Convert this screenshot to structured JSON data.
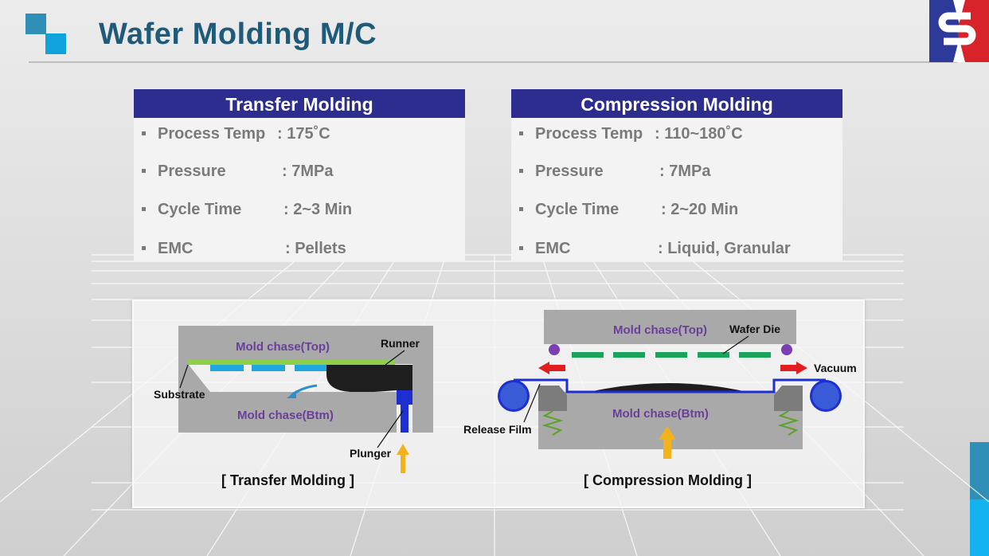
{
  "title": "Wafer Molding M/C",
  "cards": [
    {
      "heading": "Transfer  Molding",
      "rows": [
        {
          "label": "Process Temp",
          "value": ": 175˚C"
        },
        {
          "label": "Pressure",
          "value": ": 7MPa"
        },
        {
          "label": "Cycle Time",
          "value": ": 2~3 Min"
        },
        {
          "label": "EMC",
          "value": ": Pellets"
        }
      ]
    },
    {
      "heading": "Compression Molding",
      "rows": [
        {
          "label": "Process Temp",
          "value": ": 110~180˚C"
        },
        {
          "label": "Pressure",
          "value": ": 7MPa"
        },
        {
          "label": "Cycle Time",
          "value": ": 2~20 Min"
        },
        {
          "label": "EMC",
          "value": ": Liquid, Granular"
        }
      ]
    }
  ],
  "transfer_diagram": {
    "mold_top": "Mold chase(Top)",
    "mold_btm": "Mold chase(Btm)",
    "runner": "Runner",
    "substrate": "Substrate",
    "plunger": "Plunger",
    "caption": "[ Transfer Molding ]"
  },
  "compression_diagram": {
    "mold_top": "Mold chase(Top)",
    "mold_btm": "Mold chase(Btm)",
    "wafer_die": "Wafer Die",
    "vacuum": "Vacuum",
    "release_film": "Release Film",
    "caption": "[ Compression Molding ]"
  },
  "colors": {
    "title": "#1f5b78",
    "header_bar": "#2d2d8f",
    "mold_gray": "#a9a9a9",
    "label_purple": "#6a3f99",
    "die_blue": "#1ea7e1",
    "die_green": "#1aa35a",
    "film_blue": "#1d2fd0",
    "arrow_red": "#e21d1d",
    "arrow_yellow": "#f2b21b"
  }
}
